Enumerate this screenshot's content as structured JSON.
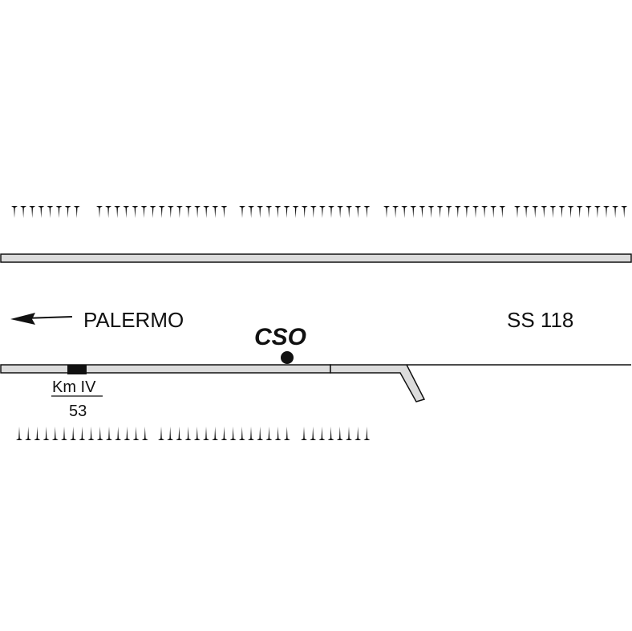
{
  "labels": {
    "direction": "PALERMO",
    "road": "SS 118",
    "site": "CSO",
    "km_top": "Km IV",
    "km_bottom": "53"
  },
  "colors": {
    "ink": "#111111",
    "road_fill": "#dcdcdc",
    "site_marker": "#111111"
  },
  "icons": {
    "direction_arrow": "left-arrow-icon",
    "site_marker": "dot-icon",
    "km_marker": "milestone-icon",
    "escarpment_down": "hachure-down-icon",
    "escarpment_up": "hachure-up-icon"
  }
}
